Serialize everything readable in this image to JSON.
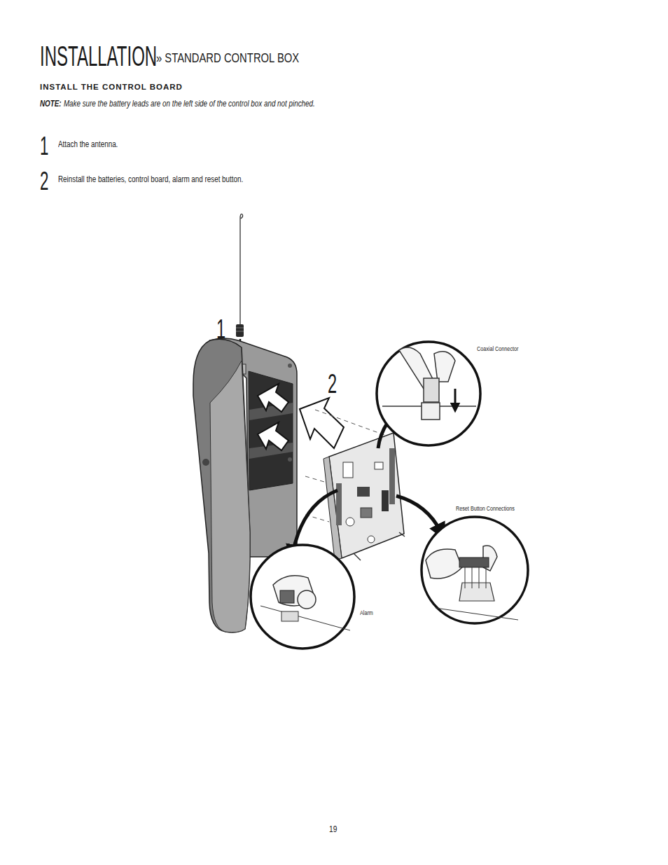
{
  "diagram": {
    "title": "INSTALLATION",
    "labels": [
      "» STANDARD CONTROL BOX",
      "INSTALL THE CONTROL BOARD",
      "NOTE:",
      "Make sure the battery leads are on the left side of the control box and not pinched.",
      "1",
      "Attach the antenna.",
      "2",
      "Reinstall the batteries, control board, alarm and reset button.",
      "1",
      "2",
      "Coaxial Connector",
      "Reset Button Connections",
      "Alarm",
      "19"
    ]
  }
}
